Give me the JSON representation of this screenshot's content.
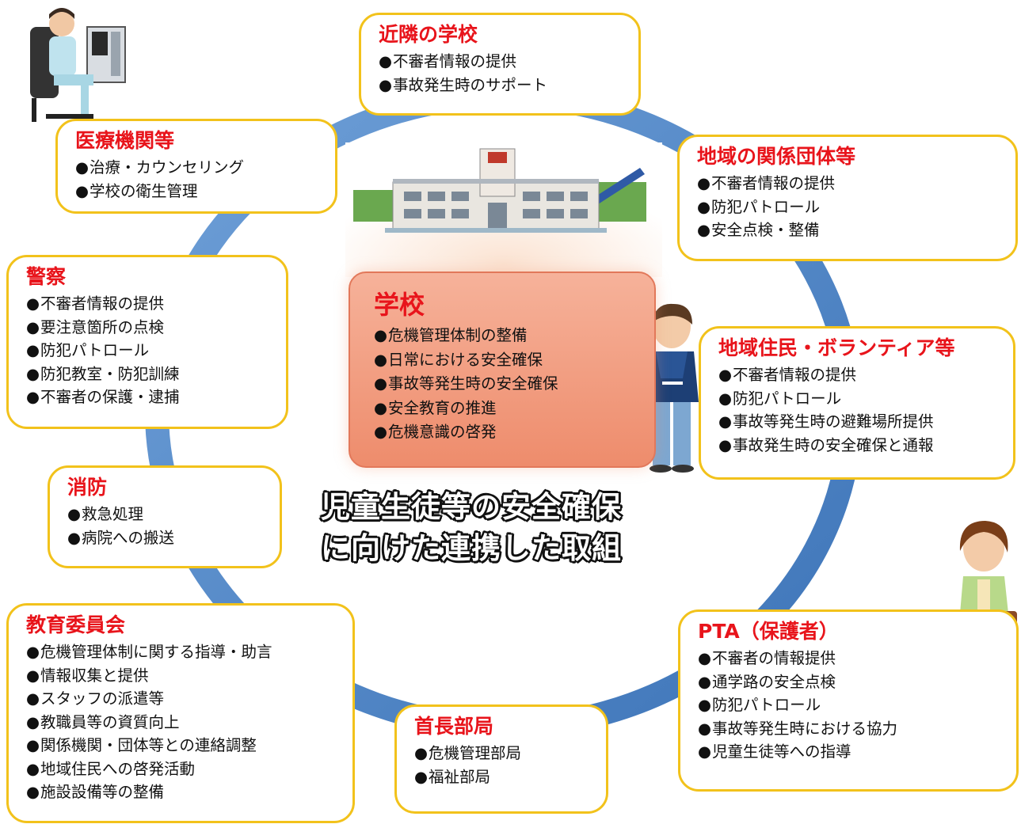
{
  "center": {
    "title": "学校",
    "items": [
      "危機管理体制の整備",
      "日常における安全確保",
      "事故等発生時の安全確保",
      "安全教育の推進",
      "危機意識の啓発"
    ]
  },
  "caption": {
    "line1": "児童生徒等の安全確保",
    "line2": "に向けた連携した取組"
  },
  "boxes": {
    "neighbor_schools": {
      "title": "近隣の学校",
      "items": [
        "不審者情報の提供",
        "事故発生時のサポート"
      ]
    },
    "medical": {
      "title": "医療機関等",
      "items": [
        "治療・カウンセリング",
        "学校の衛生管理"
      ]
    },
    "community_groups": {
      "title": "地域の関係団体等",
      "items": [
        "不審者情報の提供",
        "防犯パトロール",
        "安全点検・整備"
      ]
    },
    "police": {
      "title": "警察",
      "items": [
        "不審者情報の提供",
        "要注意箇所の点検",
        "防犯パトロール",
        "防犯教室・防犯訓練",
        "不審者の保護・逮捕"
      ]
    },
    "residents": {
      "title": "地域住民・ボランティア等",
      "items": [
        "不審者情報の提供",
        "防犯パトロール",
        "事故等発生時の避難場所提供",
        "事故発生時の安全確保と通報"
      ]
    },
    "fire": {
      "title": "消防",
      "items": [
        "救急処理",
        "病院への搬送"
      ]
    },
    "board": {
      "title": "教育委員会",
      "items": [
        "危機管理体制に関する指導・助言",
        "情報収集と提供",
        "スタッフの派遣等",
        "教職員等の資質向上",
        "関係機関・団体等との連絡調整",
        "地域住民への啓発活動",
        "施設設備等の整備"
      ]
    },
    "mayor": {
      "title": "首長部局",
      "items": [
        "危機管理部局",
        "福祉部局"
      ]
    },
    "pta": {
      "title": "PTA（保護者）",
      "items": [
        "不審者の情報提供",
        "通学路の安全点検",
        "防犯パトロール",
        "事故等発生時における協力",
        "児童生徒等への指導"
      ]
    }
  },
  "colors": {
    "ring": "#4f86c6",
    "box_border": "#f2c21b",
    "title_red": "#e8141b",
    "school_fill": "#ef9474"
  },
  "icons": [
    "doctor-figure",
    "school-building",
    "student-figure",
    "mother-figure"
  ]
}
